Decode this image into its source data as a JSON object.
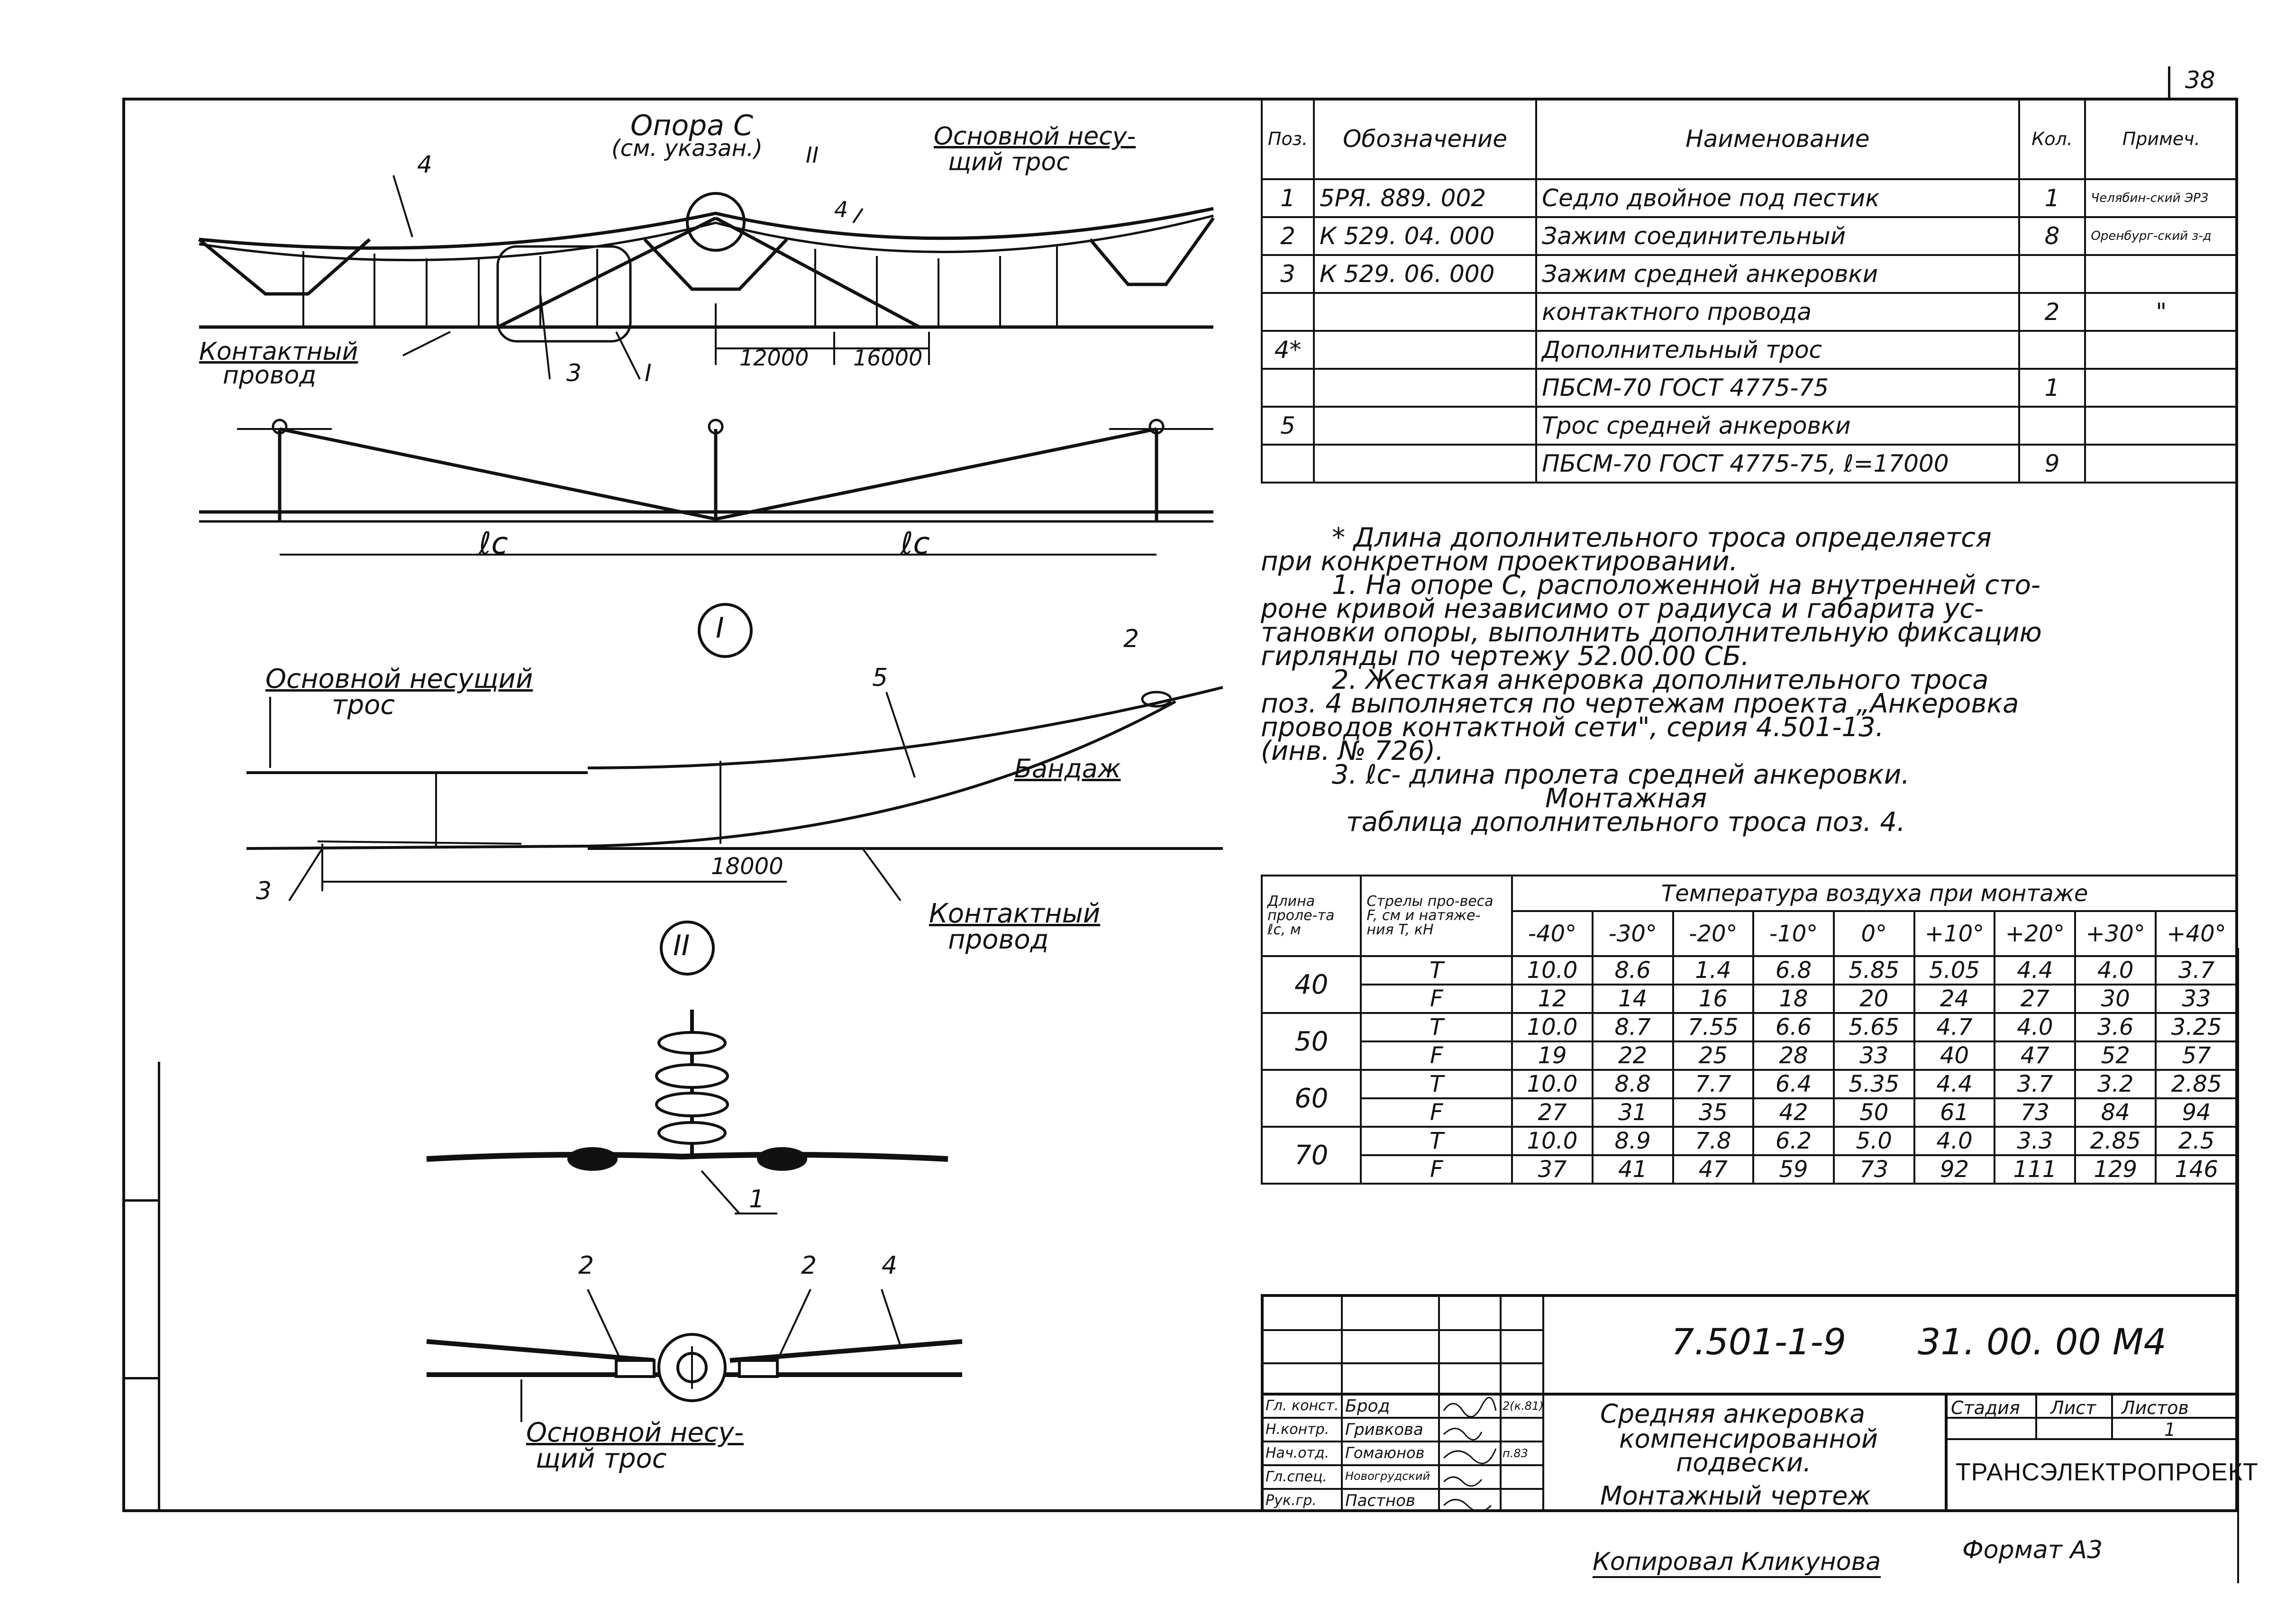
{
  "sheet": {
    "number": "38",
    "copied_by": "Копировал Кликунова",
    "format": "Формат А3"
  },
  "drawing": {
    "top_view": {
      "support_label": "Опора С",
      "support_note": "(см. указан.)",
      "carrier_label": "Основной несу-",
      "carrier_label2": "щий трос",
      "contact_label": "Контактный",
      "contact_label2": "провод",
      "dim_12000": "12000",
      "dim_16000": "16000",
      "pos_4": "4",
      "pos_3": "3",
      "mark_I": "I",
      "mark_II": "II"
    },
    "plan_view": {
      "span_left": "ℓс",
      "span_right": "ℓс"
    },
    "detail_I": {
      "title": "I",
      "carrier_label": "Основной несущий",
      "carrier_label2": "трос",
      "pos_5": "5",
      "pos_2": "2",
      "bandage": "Бандаж",
      "dim_18000": "18000",
      "pos_3": "3",
      "contact_label": "Контактный",
      "contact_label2": "провод"
    },
    "detail_II": {
      "title": "II",
      "pos_1": "1",
      "pos_2a": "2",
      "pos_2b": "2",
      "pos_4": "4",
      "carrier_label": "Основной несу-",
      "carrier_label2": "щий трос"
    }
  },
  "spec_table": {
    "headers": [
      "Поз.",
      "Обозначение",
      "Наименование",
      "Кол.",
      "Примеч."
    ],
    "rows": [
      [
        "1",
        "5РЯ. 889. 002",
        "Седло двойное под пестик",
        "1",
        "Челябин-ский ЭРЗ"
      ],
      [
        "2",
        "К 529. 04. 000",
        "Зажим соединительный",
        "8",
        "Оренбург-ский з-д"
      ],
      [
        "3",
        "К 529. 06. 000",
        "Зажим средней анкеровки",
        "",
        ""
      ],
      [
        "",
        "",
        "контактного провода",
        "2",
        "\""
      ],
      [
        "4*",
        "",
        "Дополнительный трос",
        "",
        ""
      ],
      [
        "",
        "",
        "ПБСМ-70 ГОСТ 4775-75",
        "1",
        ""
      ],
      [
        "5",
        "",
        "Трос средней анкеровки",
        "",
        ""
      ],
      [
        "",
        "",
        "ПБСМ-70 ГОСТ 4775-75, ℓ=17000",
        "9",
        ""
      ]
    ]
  },
  "notes": {
    "n0a": "* Длина дополнительного троса определяется",
    "n0b": "при конкретном проектировании.",
    "n1a": "1. На опоре С, расположенной на внутренней сто-",
    "n1b": "роне кривой независимо от радиуса и габарита ус-",
    "n1c": "тановки опоры, выполнить дополнительную фиксацию",
    "n1d": "гирлянды по чертежу 52.00.00 СБ.",
    "n2a": "2. Жесткая анкеровка дополнительного троса",
    "n2b": "поз. 4 выполняется по чертежам проекта „Анкеровка",
    "n2c": "проводов контактной сети\", серия 4.501-13.",
    "n2d": "(инв. № 726).",
    "n3": "3. ℓс- длина пролета средней анкеровки.",
    "table_title1": "Монтажная",
    "table_title2": "таблица дополнительного троса поз. 4."
  },
  "mount_table": {
    "col_span": "Длина проле-та ℓс, м",
    "col_param": "Стрелы про-веса F, см и натяже-ния T, кН",
    "temp_header": "Температура воздуха при монтаже",
    "temps": [
      "-40°",
      "-30°",
      "-20°",
      "-10°",
      "0°",
      "+10°",
      "+20°",
      "+30°",
      "+40°"
    ],
    "groups": [
      {
        "span": "40",
        "rows": [
          {
            "p": "T",
            "v": [
              "10.0",
              "8.6",
              "1.4",
              "6.8",
              "5.85",
              "5.05",
              "4.4",
              "4.0",
              "3.7"
            ]
          },
          {
            "p": "F",
            "v": [
              "12",
              "14",
              "16",
              "18",
              "20",
              "24",
              "27",
              "30",
              "33"
            ]
          }
        ]
      },
      {
        "span": "50",
        "rows": [
          {
            "p": "T",
            "v": [
              "10.0",
              "8.7",
              "7.55",
              "6.6",
              "5.65",
              "4.7",
              "4.0",
              "3.6",
              "3.25"
            ]
          },
          {
            "p": "F",
            "v": [
              "19",
              "22",
              "25",
              "28",
              "33",
              "40",
              "47",
              "52",
              "57"
            ]
          }
        ]
      },
      {
        "span": "60",
        "rows": [
          {
            "p": "T",
            "v": [
              "10.0",
              "8.8",
              "7.7",
              "6.4",
              "5.35",
              "4.4",
              "3.7",
              "3.2",
              "2.85"
            ]
          },
          {
            "p": "F",
            "v": [
              "27",
              "31",
              "35",
              "42",
              "50",
              "61",
              "73",
              "84",
              "94"
            ]
          }
        ]
      },
      {
        "span": "70",
        "rows": [
          {
            "p": "T",
            "v": [
              "10.0",
              "8.9",
              "7.8",
              "6.2",
              "5.0",
              "4.0",
              "3.3",
              "2.85",
              "2.5"
            ]
          },
          {
            "p": "F",
            "v": [
              "37",
              "41",
              "47",
              "59",
              "73",
              "92",
              "111",
              "129",
              "146"
            ]
          }
        ]
      }
    ]
  },
  "title_block": {
    "doc_code": "7.501-1-9",
    "doc_number": "31. 00. 00 М4",
    "title1": "Средняя анкеровка",
    "title2": "компенсированной",
    "title3": "подвески.",
    "title4": "Монтажный чертеж",
    "stage_label": "Стадия",
    "sheet_label": "Лист",
    "sheets_label": "Листов",
    "sheets_count": "1",
    "org": "ТРАНСЭЛЕКТРОПРОЕКТ",
    "sign_rows": [
      {
        "role": "Гл. конст.",
        "name": "Брод",
        "date": "2(к.81)"
      },
      {
        "role": "Н.контр.",
        "name": "Гривкова",
        "date": ""
      },
      {
        "role": "Нач.отд.",
        "name": "Гомаюнов",
        "date": "п.83"
      },
      {
        "role": "Гл.спец.",
        "name": "Новогрудский",
        "date": ""
      },
      {
        "role": "Рук.гр.",
        "name": "Пастнов",
        "date": ""
      }
    ]
  }
}
